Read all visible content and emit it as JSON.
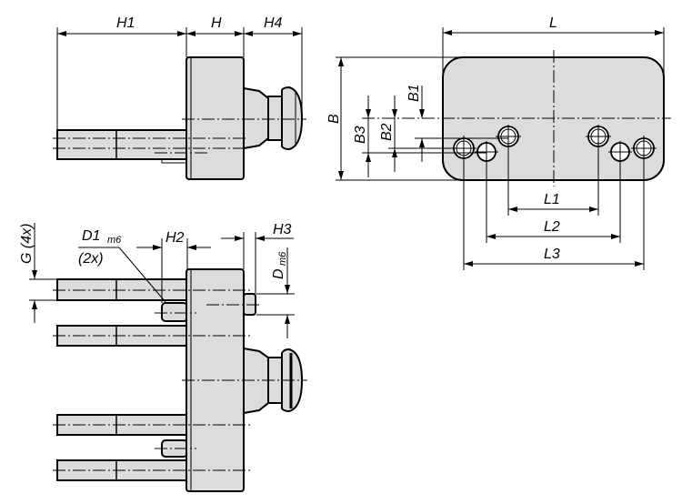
{
  "labels": {
    "H1": "H1",
    "H": "H",
    "H4": "H4",
    "L": "L",
    "B": "B",
    "B1": "B1",
    "B2": "B2",
    "B3": "B3",
    "L1": "L1",
    "L2": "L2",
    "L3": "L3",
    "G": "G (4x)",
    "D1": "D1",
    "D1_sub": "m6",
    "D1_count": "(2x)",
    "H2": "H2",
    "H3": "H3",
    "D": "D",
    "D_sub": "m6"
  },
  "colors": {
    "part_fill": "#dcdcdc",
    "line": "#000000"
  }
}
